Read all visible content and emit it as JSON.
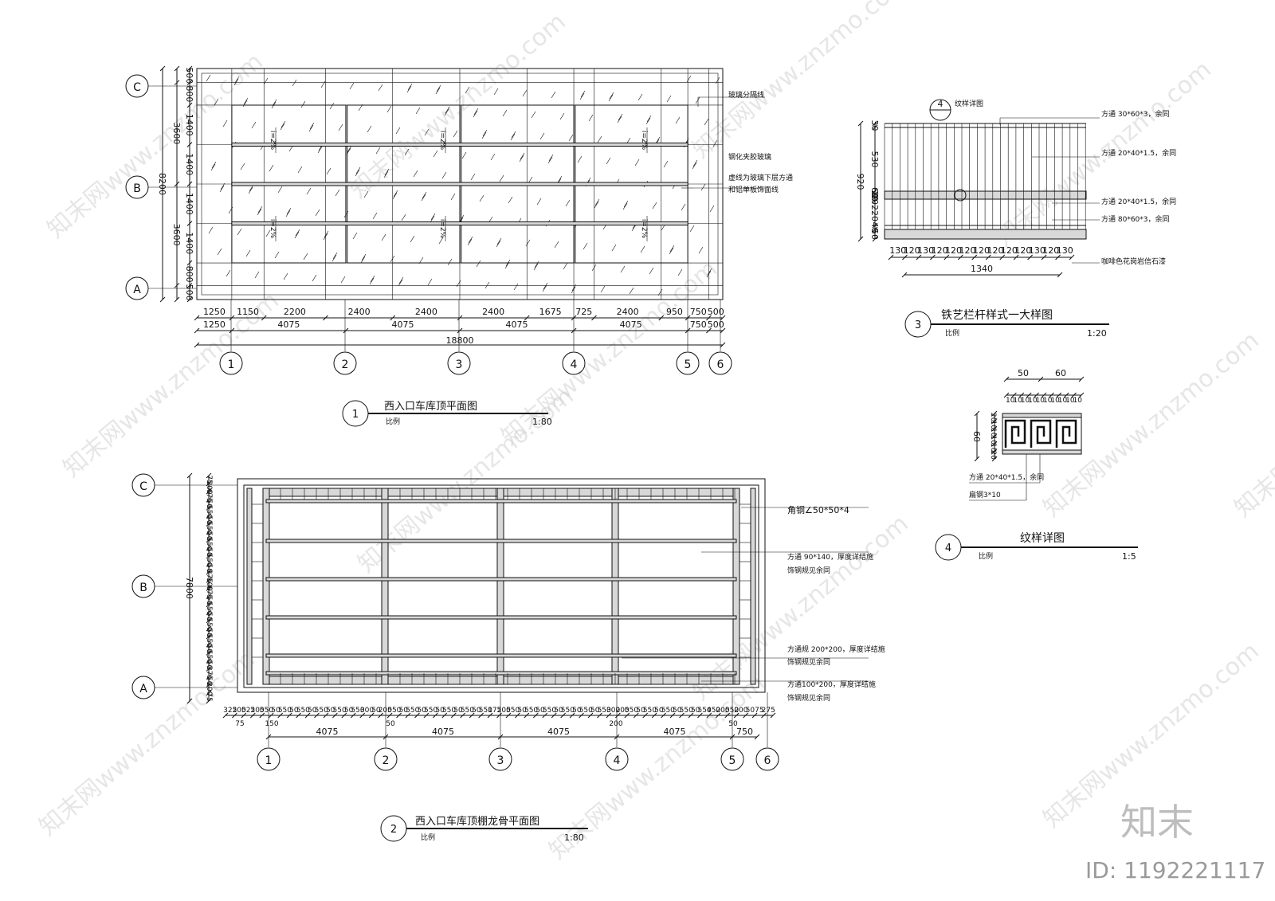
{
  "plan1": {
    "title": "西入口车库顶平面图",
    "number": "1",
    "scale_label": "比例",
    "scale": "1:80",
    "axes_h": [
      "1",
      "2",
      "3",
      "4",
      "5",
      "6"
    ],
    "axes_v": [
      "C",
      "B",
      "A"
    ],
    "dim_row1": [
      "1250",
      "1150",
      "2200",
      "2400",
      "2400",
      "2400",
      "1675",
      "725",
      "2400",
      "950",
      "750",
      "500"
    ],
    "dim_row2": [
      "1250",
      "4075",
      "4075",
      "4075",
      "4075",
      "750",
      "500"
    ],
    "dim_total": "18800",
    "dim_left_inner": [
      "500",
      "800",
      "1400",
      "1400",
      "1400",
      "1400",
      "800",
      "500"
    ],
    "dim_left_outer": [
      "3600",
      "3600"
    ],
    "dim_left_total": "8200",
    "slope_label": "i=2%",
    "notes": [
      "玻璃分隔线",
      "钢化夹胶玻璃",
      "虚线为玻璃下层方通",
      "和铝单板饰面线"
    ]
  },
  "plan2": {
    "title": "西入口车库顶棚龙骨平面图",
    "number": "2",
    "scale_label": "比例",
    "scale": "1:80",
    "axes_h": [
      "1",
      "2",
      "3",
      "4",
      "5",
      "6"
    ],
    "axes_v": [
      "C",
      "B",
      "A"
    ],
    "dim_main": [
      "4075",
      "4075",
      "4075",
      "4075",
      "750"
    ],
    "dim_small": [
      "325",
      "200",
      "525",
      "200",
      "550",
      "50",
      "550",
      "50",
      "550",
      "50",
      "550",
      "50",
      "550",
      "50",
      "550",
      "300",
      "50",
      "200",
      "550",
      "50",
      "550",
      "50",
      "550",
      "50",
      "550",
      "50",
      "550",
      "50",
      "550",
      "175",
      "200",
      "550",
      "50",
      "550",
      "50",
      "550",
      "50",
      "550",
      "50",
      "550",
      "50",
      "550",
      "300",
      "200",
      "550",
      "50",
      "550",
      "50",
      "550",
      "50",
      "550",
      "50",
      "550",
      "450",
      "200",
      "550",
      "200",
      "50",
      "75",
      "275"
    ],
    "dim_under": [
      "75",
      "150",
      "50",
      "200",
      "50"
    ],
    "dim_left": [
      "75",
      "200",
      "675",
      "50",
      "550",
      "50",
      "550",
      "50",
      "550",
      "50",
      "550",
      "50",
      "375",
      "100",
      "675",
      "50",
      "550",
      "50",
      "550",
      "50",
      "550",
      "50",
      "550",
      "50",
      "375",
      "50",
      "200",
      "75"
    ],
    "dim_left_total": "7800",
    "notes": [
      "角钢∠50*50*4",
      "方通 90*140，厚度详结施",
      "饰钢规见余同",
      "方通规 200*200，厚度详结施",
      "饰钢规见余同",
      "方通100*200，厚度详结施",
      "饰钢规见余同"
    ]
  },
  "detail3": {
    "title": "铁艺栏杆样式一大样图",
    "number": "3",
    "scale_label": "比例",
    "scale": "1:20",
    "ref_label": "纹样详图",
    "ref_number": "4",
    "dim_left": [
      "30",
      "530",
      "60",
      "20",
      "20",
      "220",
      "40",
      "50"
    ],
    "dim_total": "920",
    "dim_bottom": [
      "130",
      "120",
      "130",
      "120",
      "120",
      "120",
      "120",
      "120",
      "120",
      "120",
      "130",
      "120",
      "130"
    ],
    "dim_bottom_total": "1340",
    "notes": [
      "方通 30*60*3，余同",
      "方通 20*40*1.5，余同",
      "方通 20*40*1.5，余同",
      "方通 80*60*3，余同",
      "咖啡色花岗岩信石漆"
    ]
  },
  "detail4": {
    "title": "纹样详图",
    "number": "4",
    "scale_label": "比例",
    "scale": "1:5",
    "dim_top": [
      "50",
      "60"
    ],
    "dim_top_small": [
      "10",
      "10",
      "10",
      "10",
      "10",
      "10",
      "10",
      "10",
      "10",
      "10"
    ],
    "dim_left": [
      "60",
      "20",
      "10",
      "10",
      "10",
      "10",
      "20"
    ],
    "notes": [
      "方通 20*40*1.5，余同",
      "扁钢3*10"
    ]
  },
  "watermark": "知末网www.znzmo.com",
  "brand": "知末",
  "id_label": "ID: 1192221117"
}
